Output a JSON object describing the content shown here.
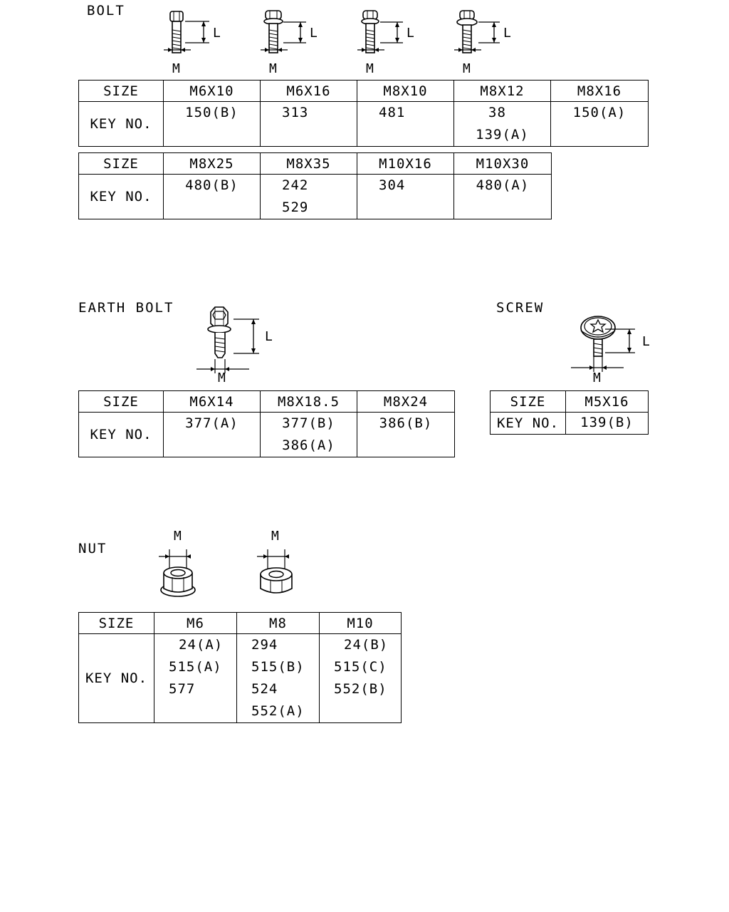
{
  "bolt": {
    "title": "BOLT",
    "dim_length": "L",
    "dim_diameter": "M",
    "table1": {
      "size_label": "SIZE",
      "key_label": "KEY NO.",
      "sizes": [
        "M6X10",
        "M6X16",
        "M8X10",
        "M8X12",
        "M8X16"
      ],
      "keys": [
        [
          "150(B)"
        ],
        [
          "313"
        ],
        [
          "481"
        ],
        [
          "38",
          "139(A)"
        ],
        [
          "150(A)"
        ]
      ]
    },
    "table2": {
      "size_label": "SIZE",
      "key_label": "KEY NO.",
      "sizes": [
        "M8X25",
        "M8X35",
        "M10X16",
        "M10X30"
      ],
      "keys": [
        [
          "480(B)"
        ],
        [
          "242",
          "529"
        ],
        [
          "304"
        ],
        [
          "480(A)"
        ]
      ]
    }
  },
  "earth_bolt": {
    "title": "EARTH BOLT",
    "dim_length": "L",
    "dim_diameter": "M",
    "table": {
      "size_label": "SIZE",
      "key_label": "KEY NO.",
      "sizes": [
        "M6X14",
        "M8X18.5",
        "M8X24"
      ],
      "keys": [
        [
          "377(A)"
        ],
        [
          "377(B)",
          "386(A)"
        ],
        [
          "386(B)"
        ]
      ]
    }
  },
  "screw": {
    "title": "SCREW",
    "dim_length": "L",
    "dim_diameter": "M",
    "table": {
      "size_label": "SIZE",
      "key_label": "KEY NO.",
      "sizes": [
        "M5X16"
      ],
      "keys": [
        [
          "139(B)"
        ]
      ]
    }
  },
  "nut": {
    "title": "NUT",
    "dim_diameter": "M",
    "table": {
      "size_label": "SIZE",
      "key_label": "KEY NO.",
      "sizes": [
        "M6",
        "M8",
        "M10"
      ],
      "keys": [
        [
          "24(A)",
          "515(A)",
          "577"
        ],
        [
          "294",
          "515(B)",
          "524",
          "552(A)"
        ],
        [
          "24(B)",
          "515(C)",
          "552(B)"
        ]
      ]
    }
  }
}
